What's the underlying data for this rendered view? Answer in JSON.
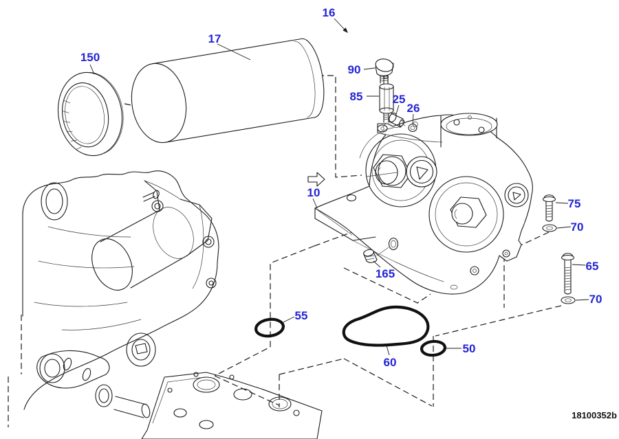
{
  "document": {
    "drawing_number": "18100352b",
    "callout_color": "#2323d6",
    "line_color": "#1a1a1a",
    "background_color": "#ffffff"
  },
  "callouts": [
    "150",
    "17",
    "16",
    "90",
    "85",
    "25",
    "26",
    "10",
    "75",
    "70",
    "65",
    "70",
    "165",
    "55",
    "60",
    "50"
  ]
}
